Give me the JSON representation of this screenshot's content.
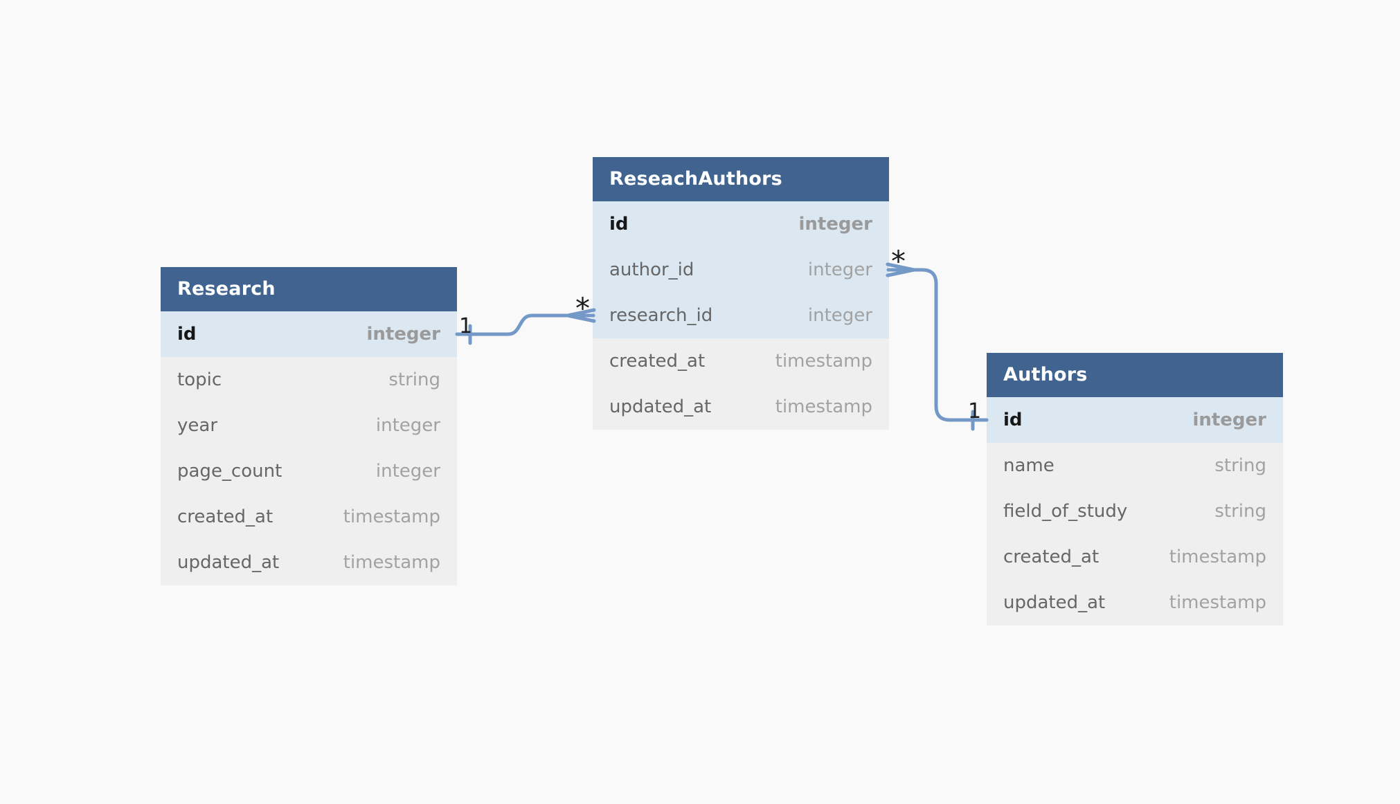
{
  "diagram": {
    "background": "#f9f9f9",
    "colors": {
      "table_header_bg": "#40648f",
      "table_header_text": "#ffffff",
      "key_row_bg": "#dbe7f1",
      "row_bg": "#efeff0",
      "field_name_text": "#666666",
      "field_type_text": "#a2a2a2",
      "pk_name_text": "#171717",
      "relation_line": "#7499c7",
      "cardinality_text": "#1b1b1b"
    },
    "tables": [
      {
        "title": "Research",
        "fields": [
          {
            "name": "id",
            "type": "integer"
          },
          {
            "name": "topic",
            "type": "string"
          },
          {
            "name": "year",
            "type": "integer"
          },
          {
            "name": "page_count",
            "type": "integer"
          },
          {
            "name": "created_at",
            "type": "timestamp"
          },
          {
            "name": "updated_at",
            "type": "timestamp"
          }
        ]
      },
      {
        "title": "ReseachAuthors",
        "fields": [
          {
            "name": "id",
            "type": "integer"
          },
          {
            "name": "author_id",
            "type": "integer"
          },
          {
            "name": "research_id",
            "type": "integer"
          },
          {
            "name": "created_at",
            "type": "timestamp"
          },
          {
            "name": "updated_at",
            "type": "timestamp"
          }
        ]
      },
      {
        "title": "Authors",
        "fields": [
          {
            "name": "id",
            "type": "integer"
          },
          {
            "name": "name",
            "type": "string"
          },
          {
            "name": "field_of_study",
            "type": "string"
          },
          {
            "name": "created_at",
            "type": "timestamp"
          },
          {
            "name": "updated_at",
            "type": "timestamp"
          }
        ]
      }
    ],
    "connections": [
      {
        "from_table": "Research",
        "from_field": "id",
        "from_cardinality": "1",
        "to_table": "ReseachAuthors",
        "to_field": "research_id",
        "to_cardinality": "*"
      },
      {
        "from_table": "Authors",
        "from_field": "id",
        "from_cardinality": "1",
        "to_table": "ReseachAuthors",
        "to_field": "author_id",
        "to_cardinality": "*"
      }
    ]
  }
}
